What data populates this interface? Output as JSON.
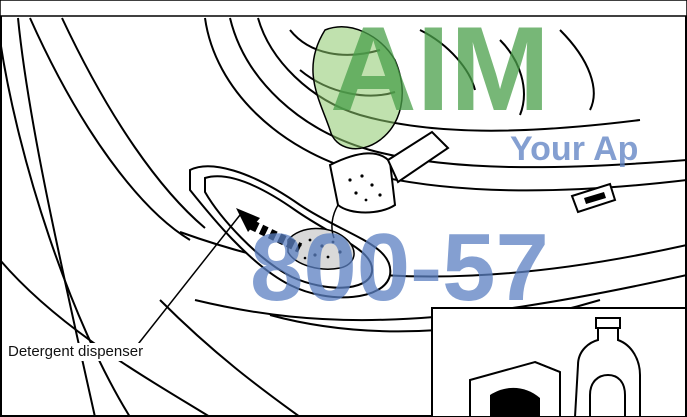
{
  "diagram": {
    "callout_label": "Detergent dispenser",
    "watermark": {
      "brand": "AIM",
      "tagline": "Your Ap",
      "phone_fragment": "800-57",
      "colors": {
        "green": "#4aa04a",
        "blue": "#5b80c2"
      }
    }
  }
}
